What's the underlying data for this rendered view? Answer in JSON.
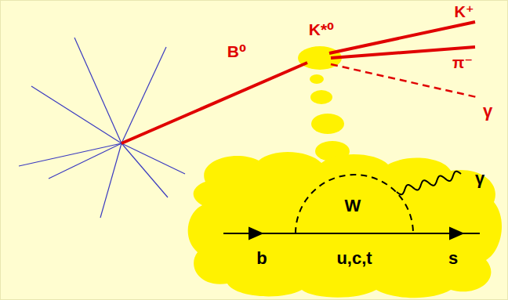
{
  "diagram": {
    "labels": [
      "B⁰",
      "K*⁰",
      "K⁺",
      "π⁻",
      "γ",
      "W",
      "b",
      "u,c,t",
      "s",
      "γ"
    ]
  }
}
